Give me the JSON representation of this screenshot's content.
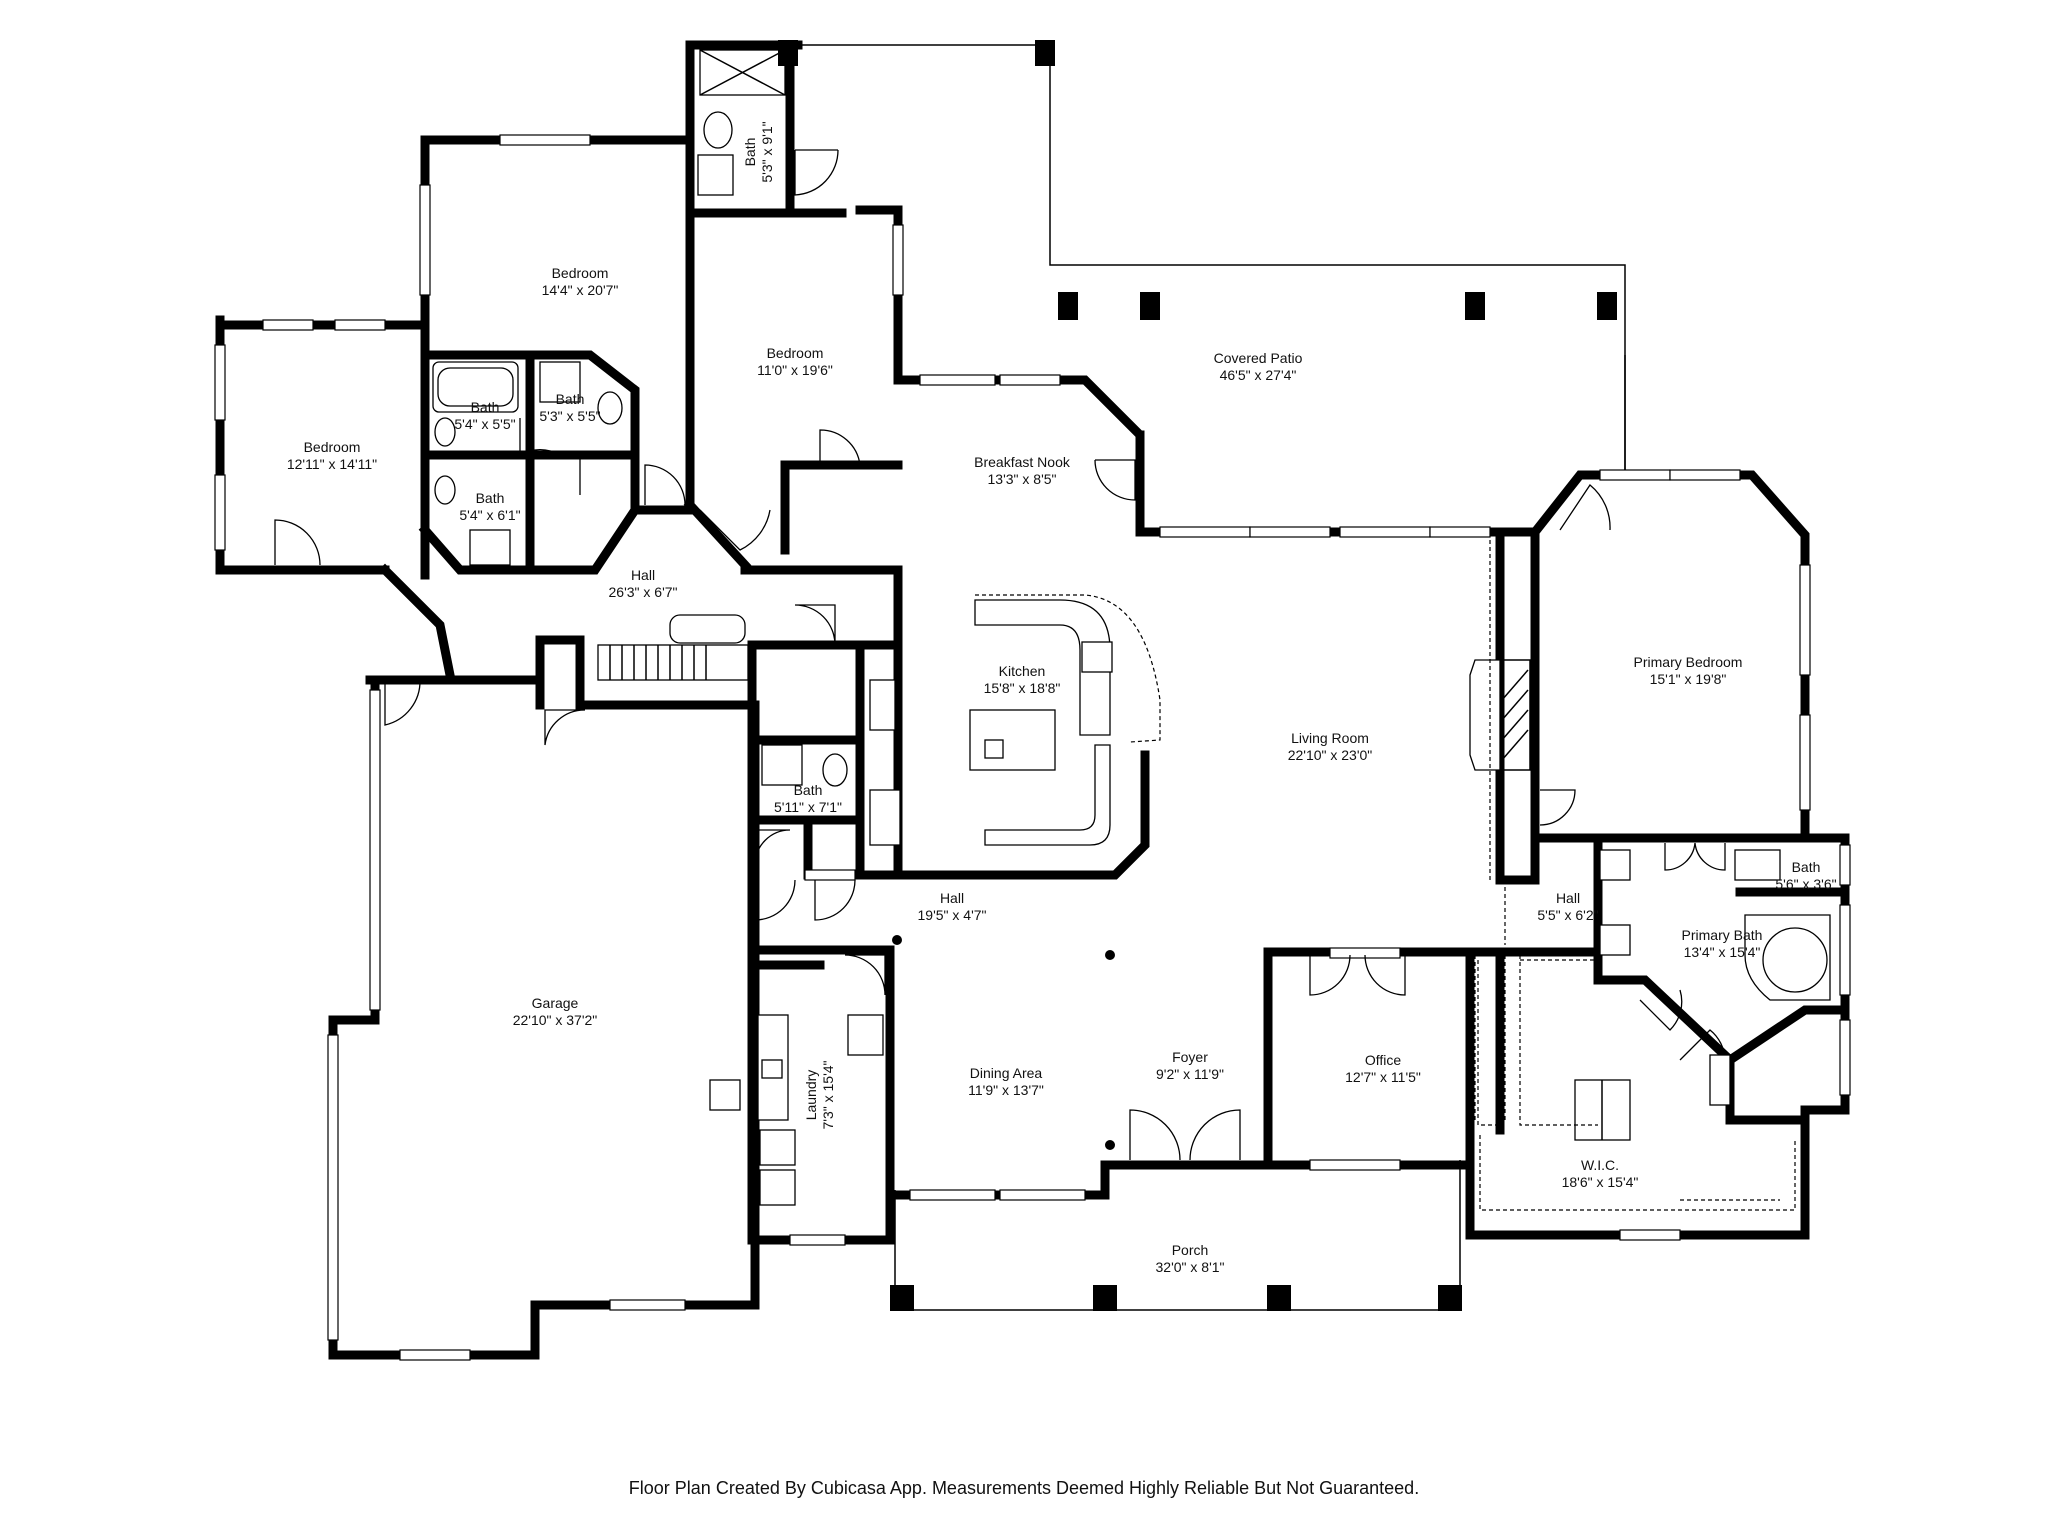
{
  "rooms": {
    "bath_top": {
      "name": "Bath",
      "dim": "5'3\" x 9'1\""
    },
    "bedroom_a": {
      "name": "Bedroom",
      "dim": "14'4\" x 20'7\""
    },
    "bedroom_b": {
      "name": "Bedroom",
      "dim": "11'0\" x 19'6\""
    },
    "bedroom_c": {
      "name": "Bedroom",
      "dim": "12'11\" x 14'11\""
    },
    "bath_b1": {
      "name": "Bath",
      "dim": "5'4\" x 5'5\""
    },
    "bath_b2": {
      "name": "Bath",
      "dim": "5'3\" x 5'5\""
    },
    "bath_b3": {
      "name": "Bath",
      "dim": "5'4\" x 6'1\""
    },
    "hall_bed": {
      "name": "Hall",
      "dim": "26'3\" x 6'7\""
    },
    "covered_patio": {
      "name": "Covered Patio",
      "dim": "46'5\" x 27'4\""
    },
    "breakfast_nook": {
      "name": "Breakfast Nook",
      "dim": "13'3\" x 8'5\""
    },
    "kitchen": {
      "name": "Kitchen",
      "dim": "15'8\" x 18'8\""
    },
    "living_room": {
      "name": "Living Room",
      "dim": "22'10\" x 23'0\""
    },
    "primary_bedroom": {
      "name": "Primary Bedroom",
      "dim": "15'1\" x 19'8\""
    },
    "bath_mid": {
      "name": "Bath",
      "dim": "5'11\" x 7'1\""
    },
    "hall_mid": {
      "name": "Hall",
      "dim": "19'5\" x 4'7\""
    },
    "hall_right": {
      "name": "Hall",
      "dim": "5'5\" x 6'2\""
    },
    "bath_primary_small": {
      "name": "Bath",
      "dim": "5'6\" x 3'6\""
    },
    "primary_bath": {
      "name": "Primary Bath",
      "dim": "13'4\" x 15'4\""
    },
    "garage": {
      "name": "Garage",
      "dim": "22'10\" x 37'2\""
    },
    "laundry": {
      "name": "Laundry",
      "dim": "7'3\" x 15'4\""
    },
    "dining_area": {
      "name": "Dining Area",
      "dim": "11'9\" x 13'7\""
    },
    "foyer": {
      "name": "Foyer",
      "dim": "9'2\" x 11'9\""
    },
    "office": {
      "name": "Office",
      "dim": "12'7\" x 11'5\""
    },
    "wic": {
      "name": "W.I.C.",
      "dim": "18'6\" x 15'4\""
    },
    "porch": {
      "name": "Porch",
      "dim": "32'0\" x 8'1\""
    }
  },
  "footer": "Floor Plan Created By Cubicasa App. Measurements Deemed Highly Reliable But Not Guaranteed."
}
